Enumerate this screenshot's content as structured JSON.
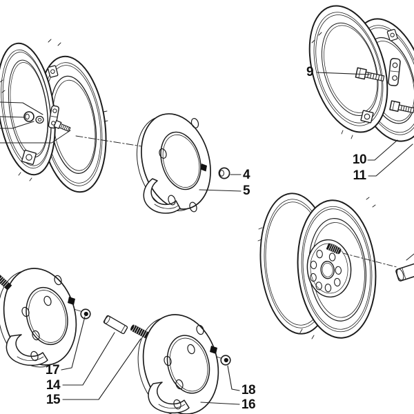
{
  "figure": {
    "background_color": "#ffffff",
    "line_color": "#1c1c1c"
  },
  "callouts": {
    "n4": "4",
    "n5": "5",
    "n9": "9",
    "n10": "10",
    "n11": "11",
    "n14": "14",
    "n15": "15",
    "n16": "16",
    "n17": "17",
    "n18": "18"
  }
}
